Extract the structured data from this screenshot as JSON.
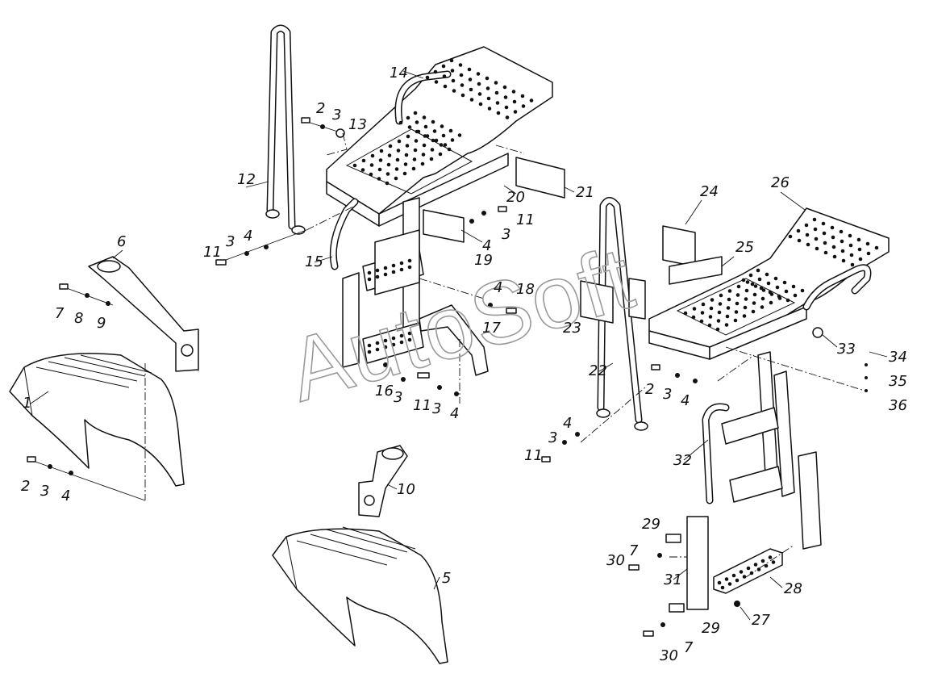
{
  "watermark": "AutoSoft",
  "callouts": [
    "1",
    "2",
    "3",
    "4",
    "5",
    "6",
    "7",
    "8",
    "9",
    "10",
    "11",
    "12",
    "13",
    "14",
    "15",
    "16",
    "17",
    "18",
    "19",
    "20",
    "21",
    "22",
    "23",
    "24",
    "25",
    "26",
    "27",
    "28",
    "29",
    "30",
    "31",
    "32",
    "33",
    "34",
    "35",
    "36"
  ],
  "colors": {
    "line": "#111111",
    "background": "#ffffff",
    "watermark": "#9a9a9a"
  }
}
